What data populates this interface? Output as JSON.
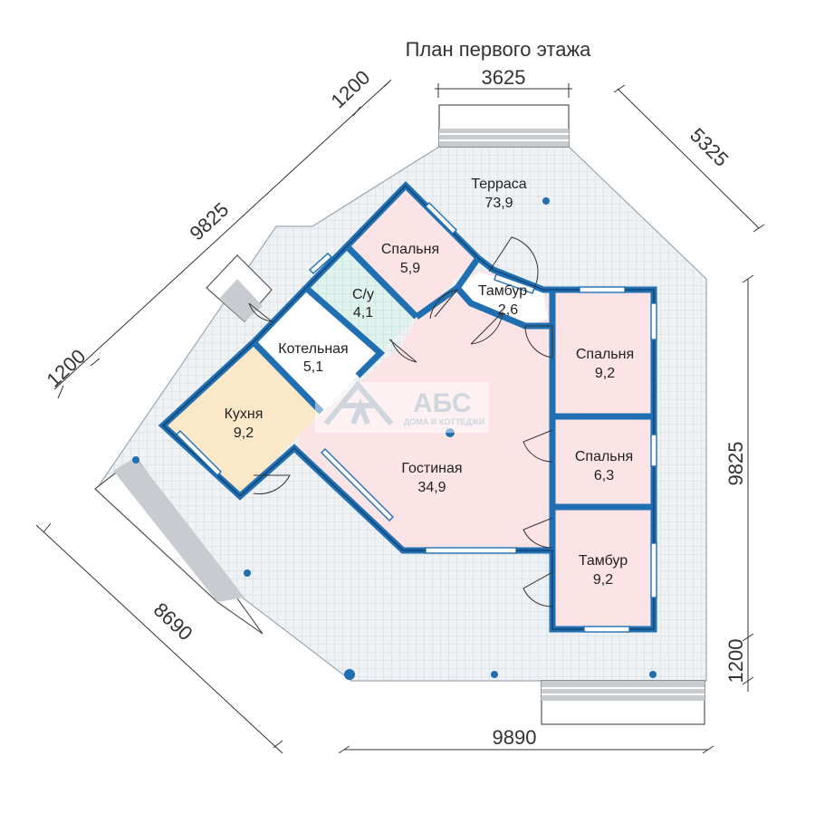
{
  "title": "План первого этажа",
  "logo": {
    "main": "АБС",
    "sub": "ДОМА И КОТТЕДЖИ"
  },
  "rooms": [
    {
      "name": "Терраса",
      "area": "73,9"
    },
    {
      "name": "Спальня",
      "area": "5,9"
    },
    {
      "name": "С/у",
      "area": "4,1"
    },
    {
      "name": "Тамбур",
      "area": "2,6"
    },
    {
      "name": "Котельная",
      "area": "5,1"
    },
    {
      "name": "Кухня",
      "area": "9,2"
    },
    {
      "name": "Гостиная",
      "area": "34,9"
    },
    {
      "name": "Спальня",
      "area": "9,2"
    },
    {
      "name": "Спальня",
      "area": "6,3"
    },
    {
      "name": "Тамбур",
      "area": "9,2"
    }
  ],
  "dimensions": {
    "top": "3625",
    "top_right_diag": "5325",
    "right": "9825",
    "right_small": "1200",
    "bottom": "9890",
    "bottom_left_diag": "8690",
    "left_diag": "9825",
    "left_top_small": "1200",
    "left_bottom_small": "1200"
  },
  "colors": {
    "wall": "#1f6fb2",
    "terrace": "#eef2f5",
    "living": "#fbe3e6",
    "kitchen": "#fbe8c8",
    "bathroom": "#dff2ee"
  }
}
